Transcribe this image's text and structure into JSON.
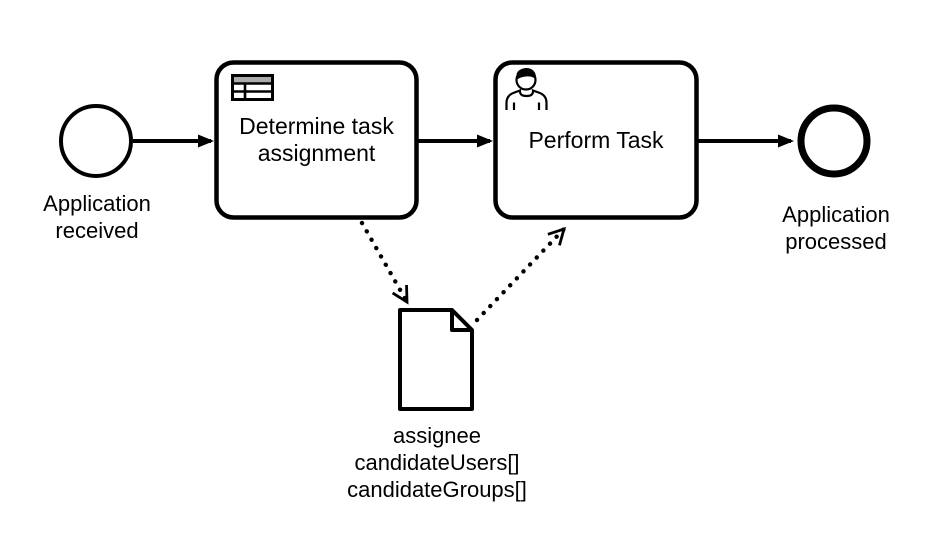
{
  "diagram": {
    "kind": "bpmn-process",
    "start_event": {
      "label": "Application\nreceived",
      "type": "start-event"
    },
    "tasks": [
      {
        "label": "Determine task\nassignment",
        "type": "business-rule-task",
        "icon": "business-rule-table-icon"
      },
      {
        "label": "Perform Task",
        "type": "user-task",
        "icon": "user-icon"
      }
    ],
    "end_event": {
      "label": "Application\nprocessed",
      "type": "end-event"
    },
    "data_object": {
      "label": "assignee\ncandidateUsers[]\ncandidateGroups[]",
      "type": "data-object"
    },
    "flows": [
      {
        "from": "start-event",
        "to": "Determine task assignment",
        "style": "solid-sequence-flow"
      },
      {
        "from": "Determine task assignment",
        "to": "Perform Task",
        "style": "solid-sequence-flow"
      },
      {
        "from": "Perform Task",
        "to": "end-event",
        "style": "solid-sequence-flow"
      },
      {
        "from": "Determine task assignment",
        "to": "data-object",
        "style": "dotted-data-association"
      },
      {
        "from": "data-object",
        "to": "Perform Task",
        "style": "dotted-data-association"
      }
    ],
    "colors": {
      "stroke": "#000000",
      "fill": "#ffffff",
      "icon_header_gray": "#aaaaaa"
    }
  }
}
